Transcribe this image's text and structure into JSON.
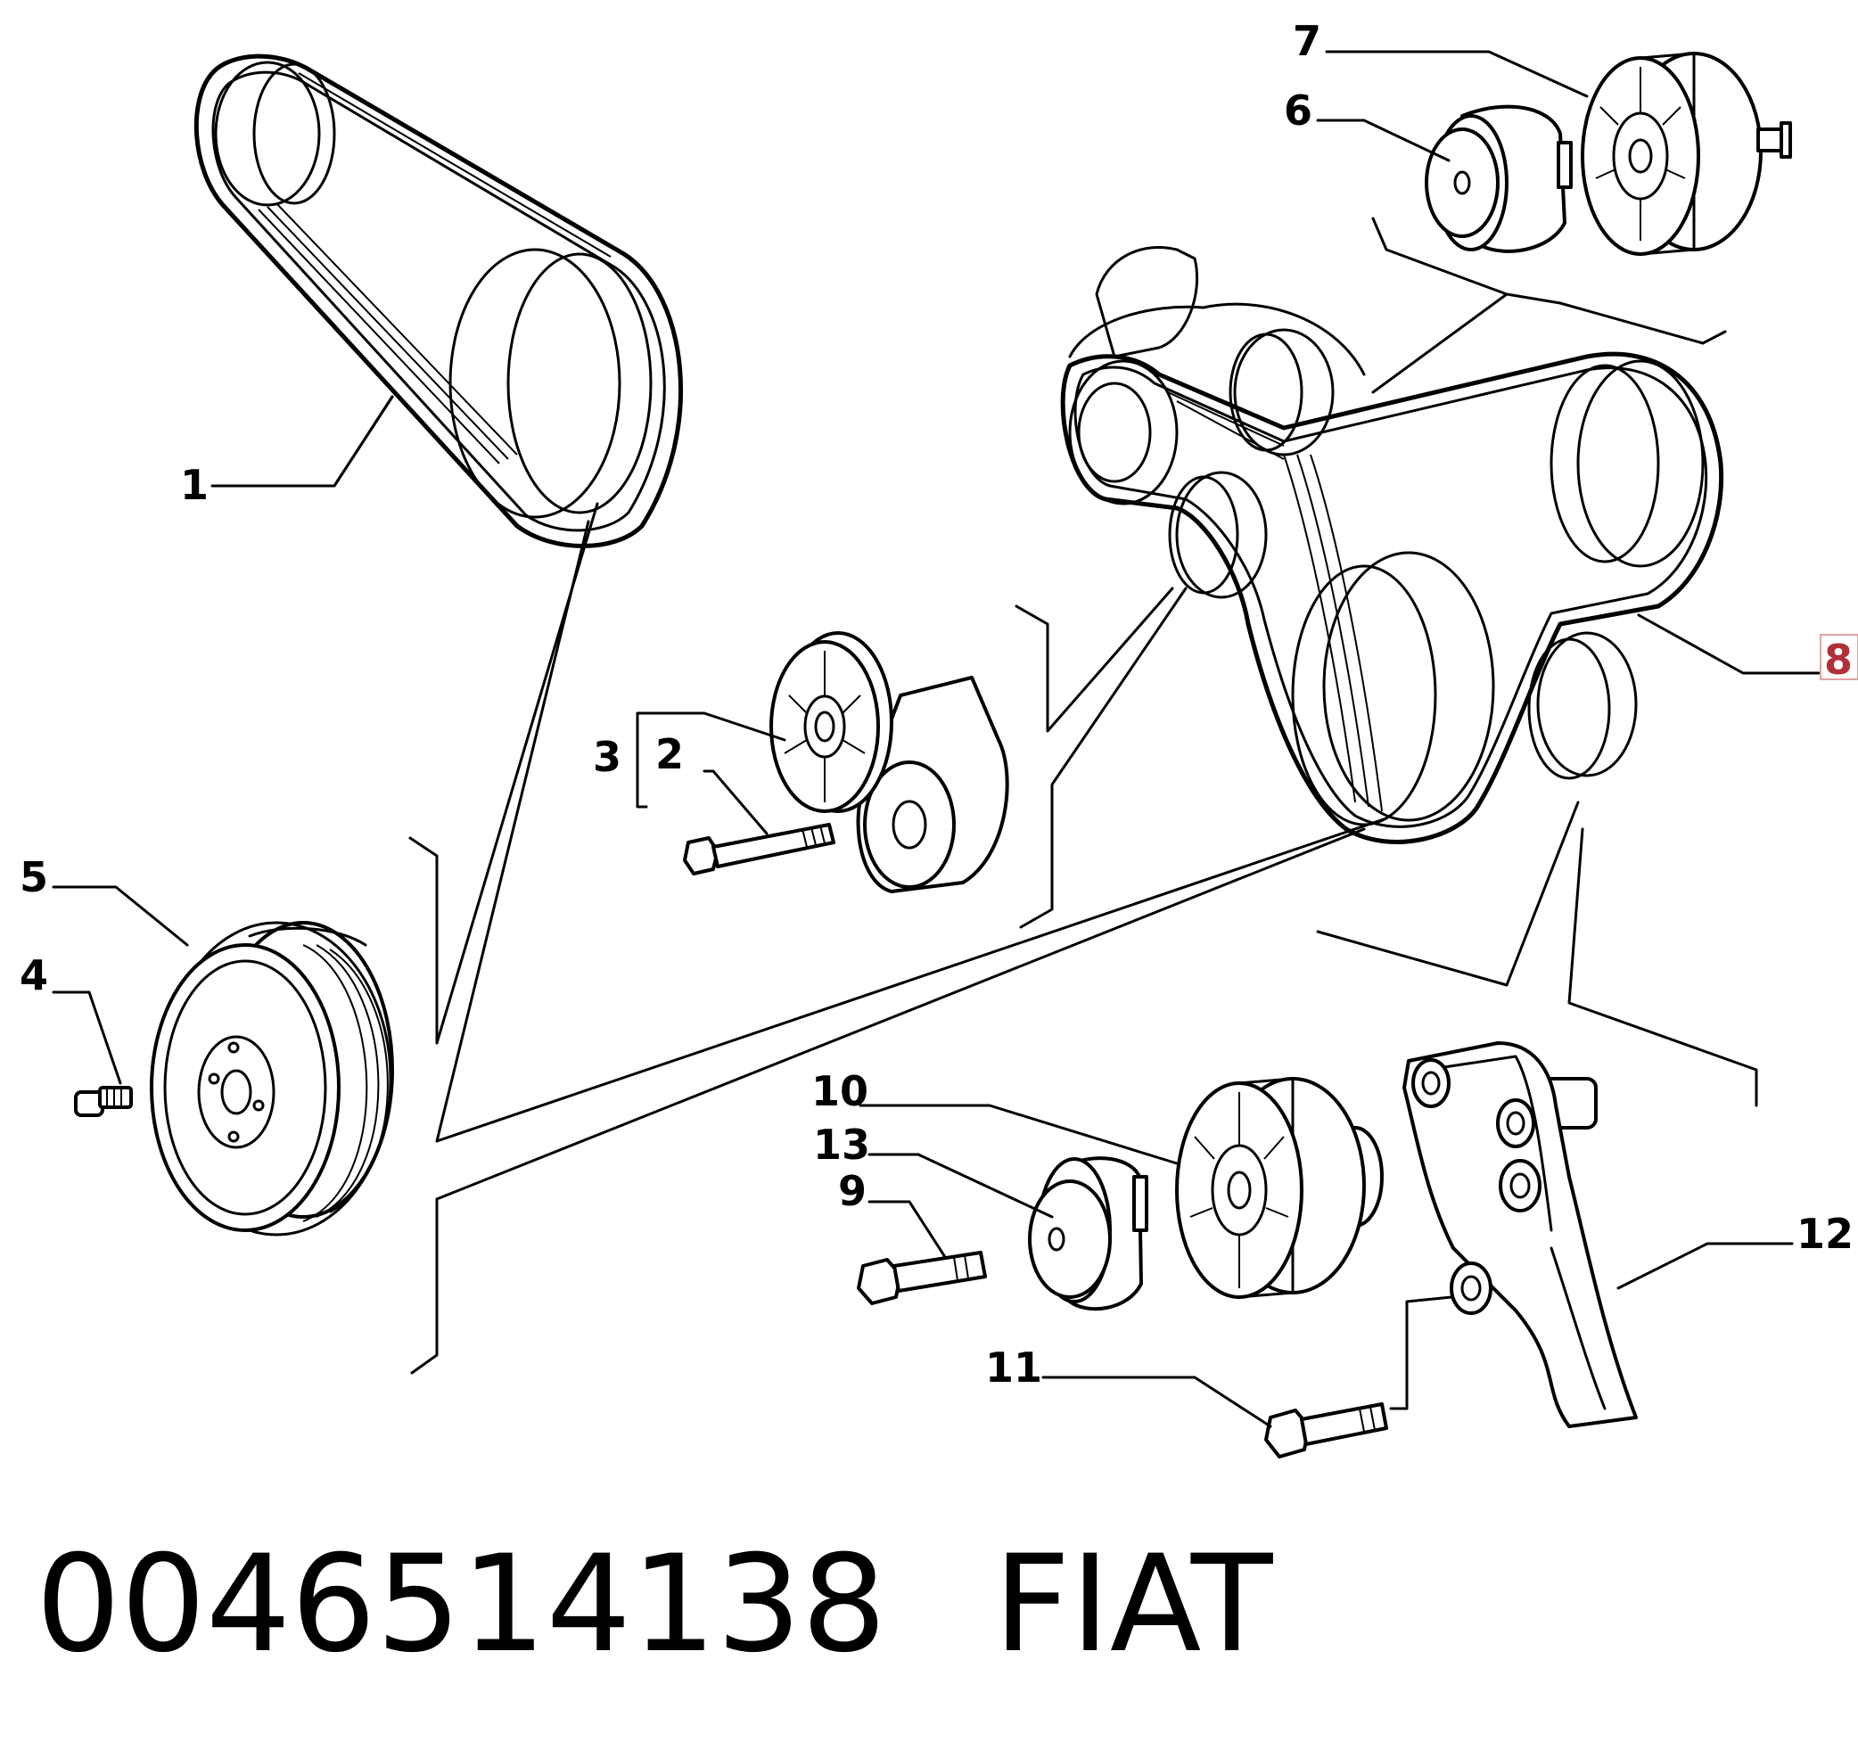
{
  "callouts": [
    {
      "num": "1"
    },
    {
      "num": "2"
    },
    {
      "num": "3"
    },
    {
      "num": "4"
    },
    {
      "num": "5"
    },
    {
      "num": "6"
    },
    {
      "num": "7"
    },
    {
      "num": "8",
      "highlighted": true
    },
    {
      "num": "9"
    },
    {
      "num": "10"
    },
    {
      "num": "11"
    },
    {
      "num": "12"
    },
    {
      "num": "13"
    }
  ],
  "footer": {
    "part_number": "0046514138",
    "brand": "FIAT"
  },
  "colors": {
    "highlight": "#b0303a",
    "line": "#000000",
    "background": "#ffffff"
  }
}
